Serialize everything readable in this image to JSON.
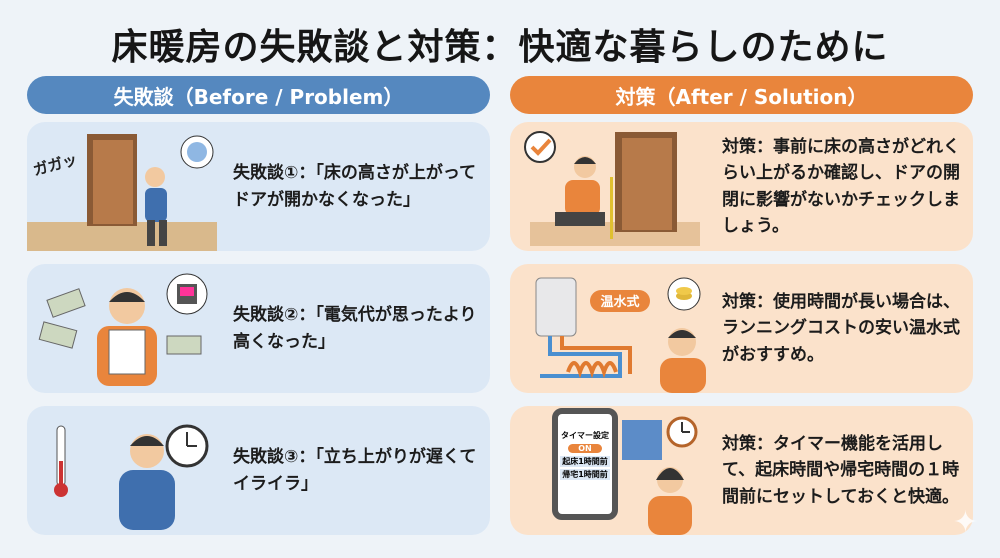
{
  "title": "床暖房の失敗談と対策：快適な暮らしのために",
  "problems": {
    "header": "失敗談（Before / Problem）",
    "items": [
      {
        "text": "失敗談①：「床の高さが上がってドアが開かなくなった」",
        "sound": "ガガッ"
      },
      {
        "text": "失敗談②：「電気代が思ったより高くなった」"
      },
      {
        "text": "失敗談③：「立ち上がりが遅くてイライラ」"
      }
    ]
  },
  "solutions": {
    "header": "対策（After / Solution）",
    "items": [
      {
        "text": "対策：事前に床の高さがどれくらい上がるか確認し、ドアの開閉に影響がないかチェックしましょう。"
      },
      {
        "text": "対策：使用時間が長い場合は、ランニングコストの安い温水式がおすすめ。",
        "tag": "温水式"
      },
      {
        "text": "対策：タイマー機能を活用して、起床時間や帰宅時間の１時間前にセットしておくと快適。",
        "phone": {
          "title": "タイマー設定",
          "toggle": "ON",
          "opt1": "起床1時間前",
          "opt2": "帰宅1時間前"
        }
      }
    ]
  },
  "colors": {
    "problem": "#5588bf",
    "solution": "#e9853c"
  }
}
